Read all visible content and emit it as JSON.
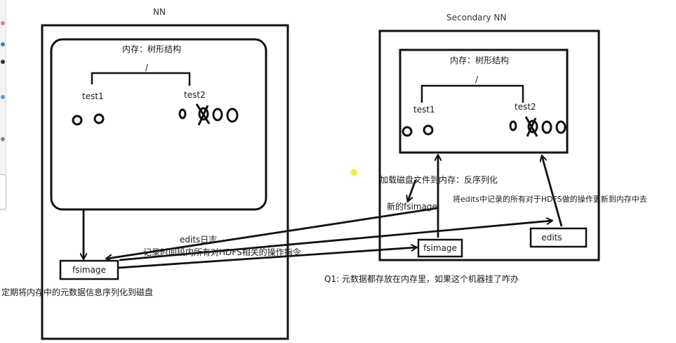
{
  "nn": {
    "title": "NN",
    "memory_label": "内存：树形结构",
    "root": "/",
    "node1": "test1",
    "node2": "test2",
    "fsimage": "fsimage"
  },
  "secondary": {
    "title": "Secondary NN",
    "memory_label": "内存：树形结构",
    "root": "/",
    "node1": "test1",
    "node2": "test2",
    "fsimage": "fsimage",
    "edits": "edits"
  },
  "notes": {
    "edits_log": "edits日志",
    "edits_desc": "记录时间段内所有对HDFS相关的操作指令",
    "serialize": "定期将内存中的元数据信息序列化到磁盘",
    "load": "加载磁盘文件到内存：反序列化",
    "new_fsimage": "新的fsimage",
    "edits_update": "将edits中记录的所有对于HDFS做的操作更新到内存中去",
    "question": "Q1: 元数据都存放在内存里，如果这个机器挂了咋办"
  },
  "colors": {
    "ink": "#111111",
    "laser": "#f6e84a"
  }
}
